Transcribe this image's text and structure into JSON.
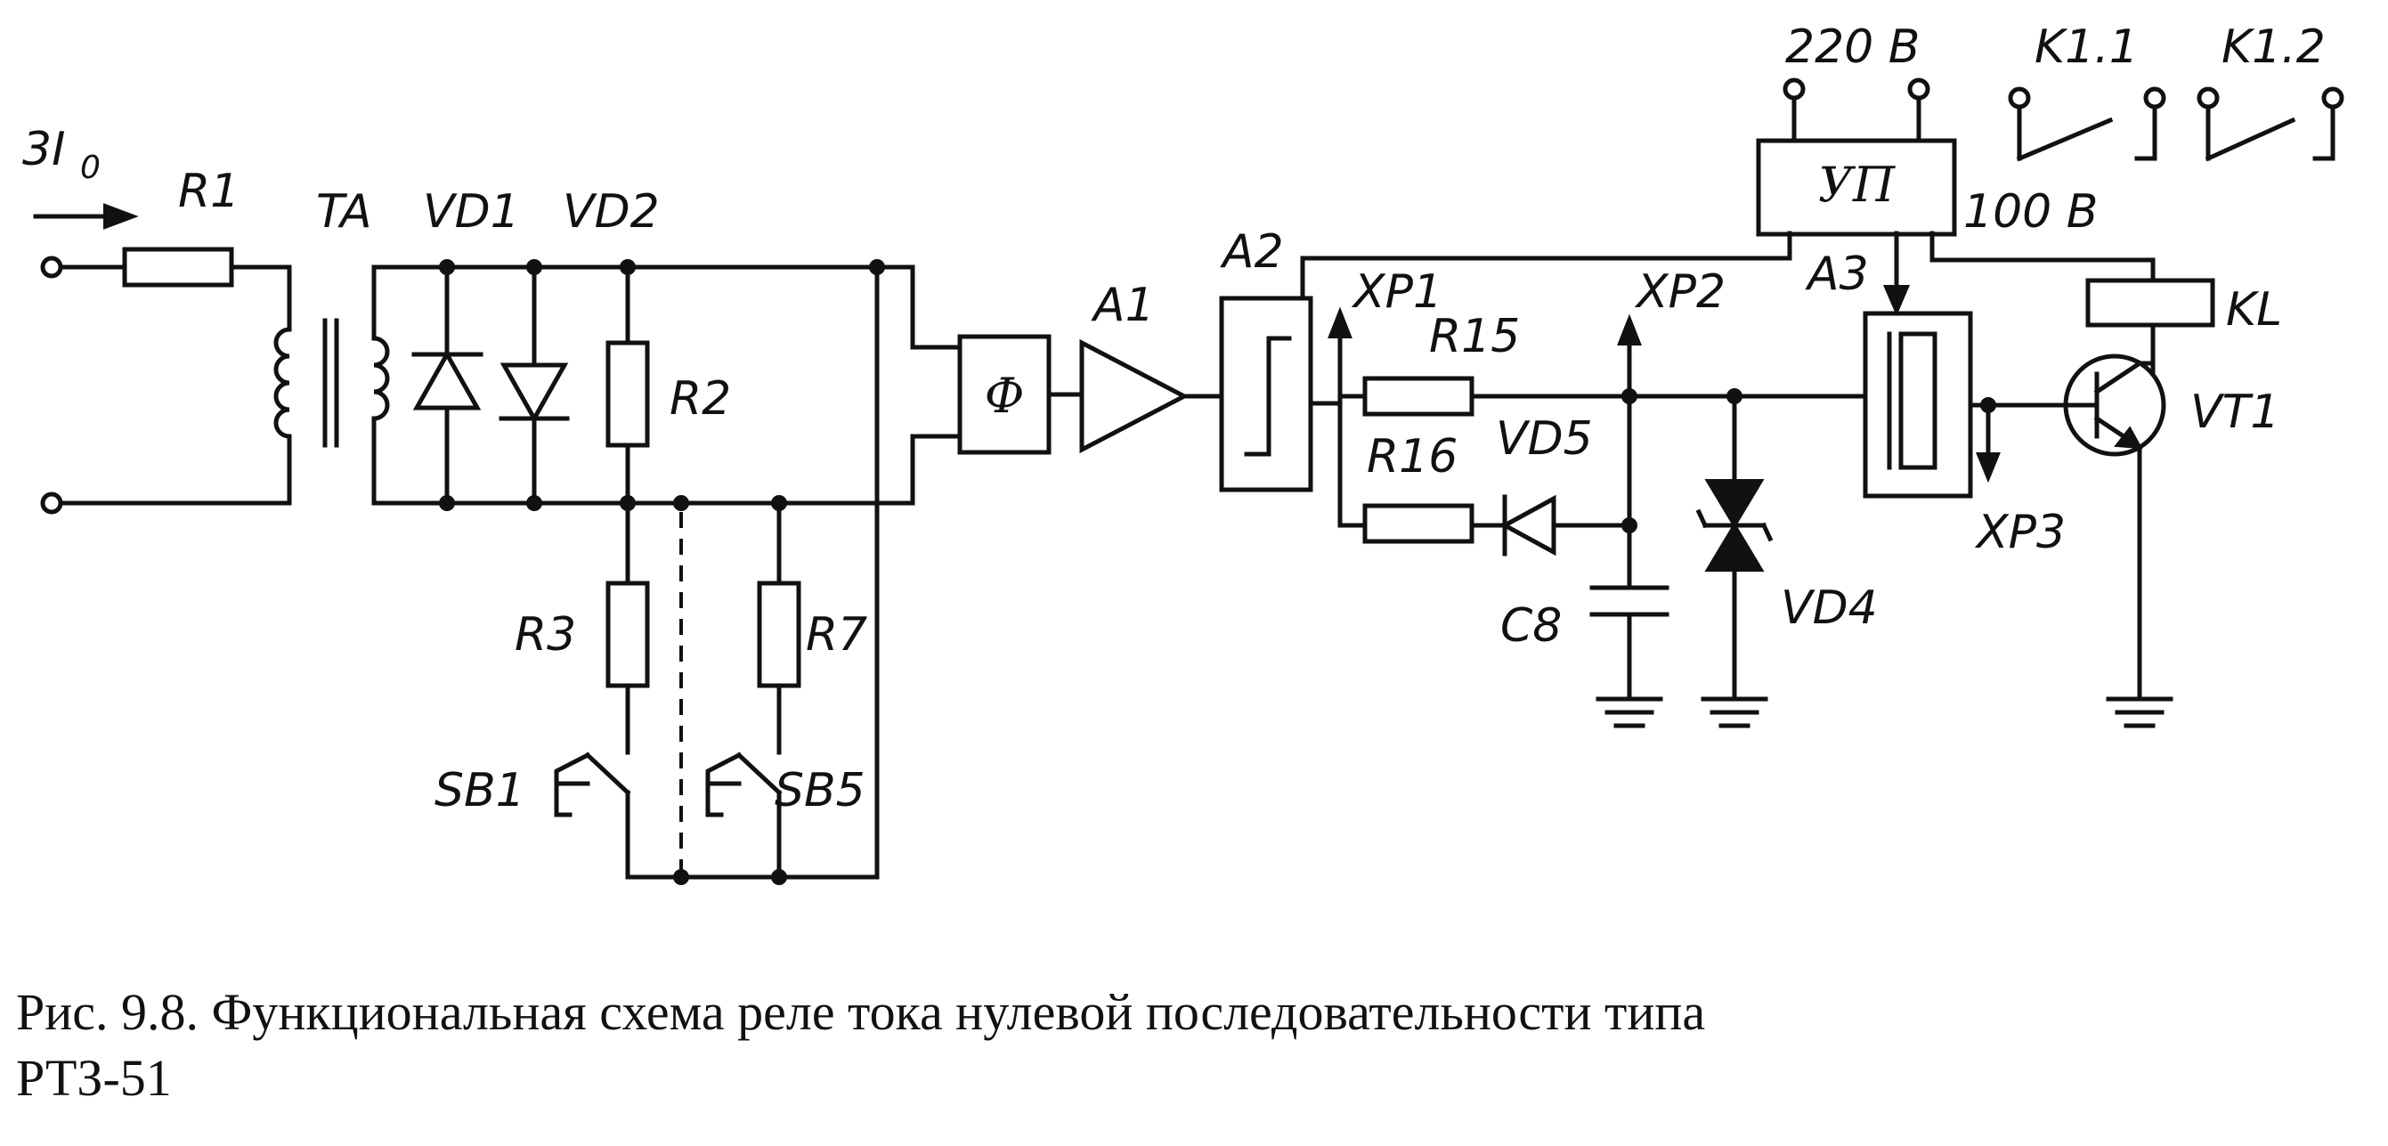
{
  "labels": {
    "input": "3I",
    "input_sub": "0",
    "r1": "R1",
    "ta": "TA",
    "vd1": "VD1",
    "vd2": "VD2",
    "r2": "R2",
    "r3": "R3",
    "r7": "R7",
    "sb1": "SB1",
    "sb5": "SB5",
    "filter": "Ф",
    "a1": "A1",
    "a2": "A2",
    "xp1": "XP1",
    "r15": "R15",
    "r16": "R16",
    "vd5": "VD5",
    "xp2": "XP2",
    "c8": "C8",
    "vd4": "VD4",
    "a3": "A3",
    "up": "УП",
    "v220": "220 В",
    "v100": "100 В",
    "k11": "K1.1",
    "k12": "K1.2",
    "kl": "KL",
    "vt1": "VT1",
    "xp3": "XP3"
  },
  "caption": {
    "line1": "Рис. 9.8. Функциональная схема реле тока нулевой последовательности типа",
    "line2": "РТЗ-51"
  }
}
